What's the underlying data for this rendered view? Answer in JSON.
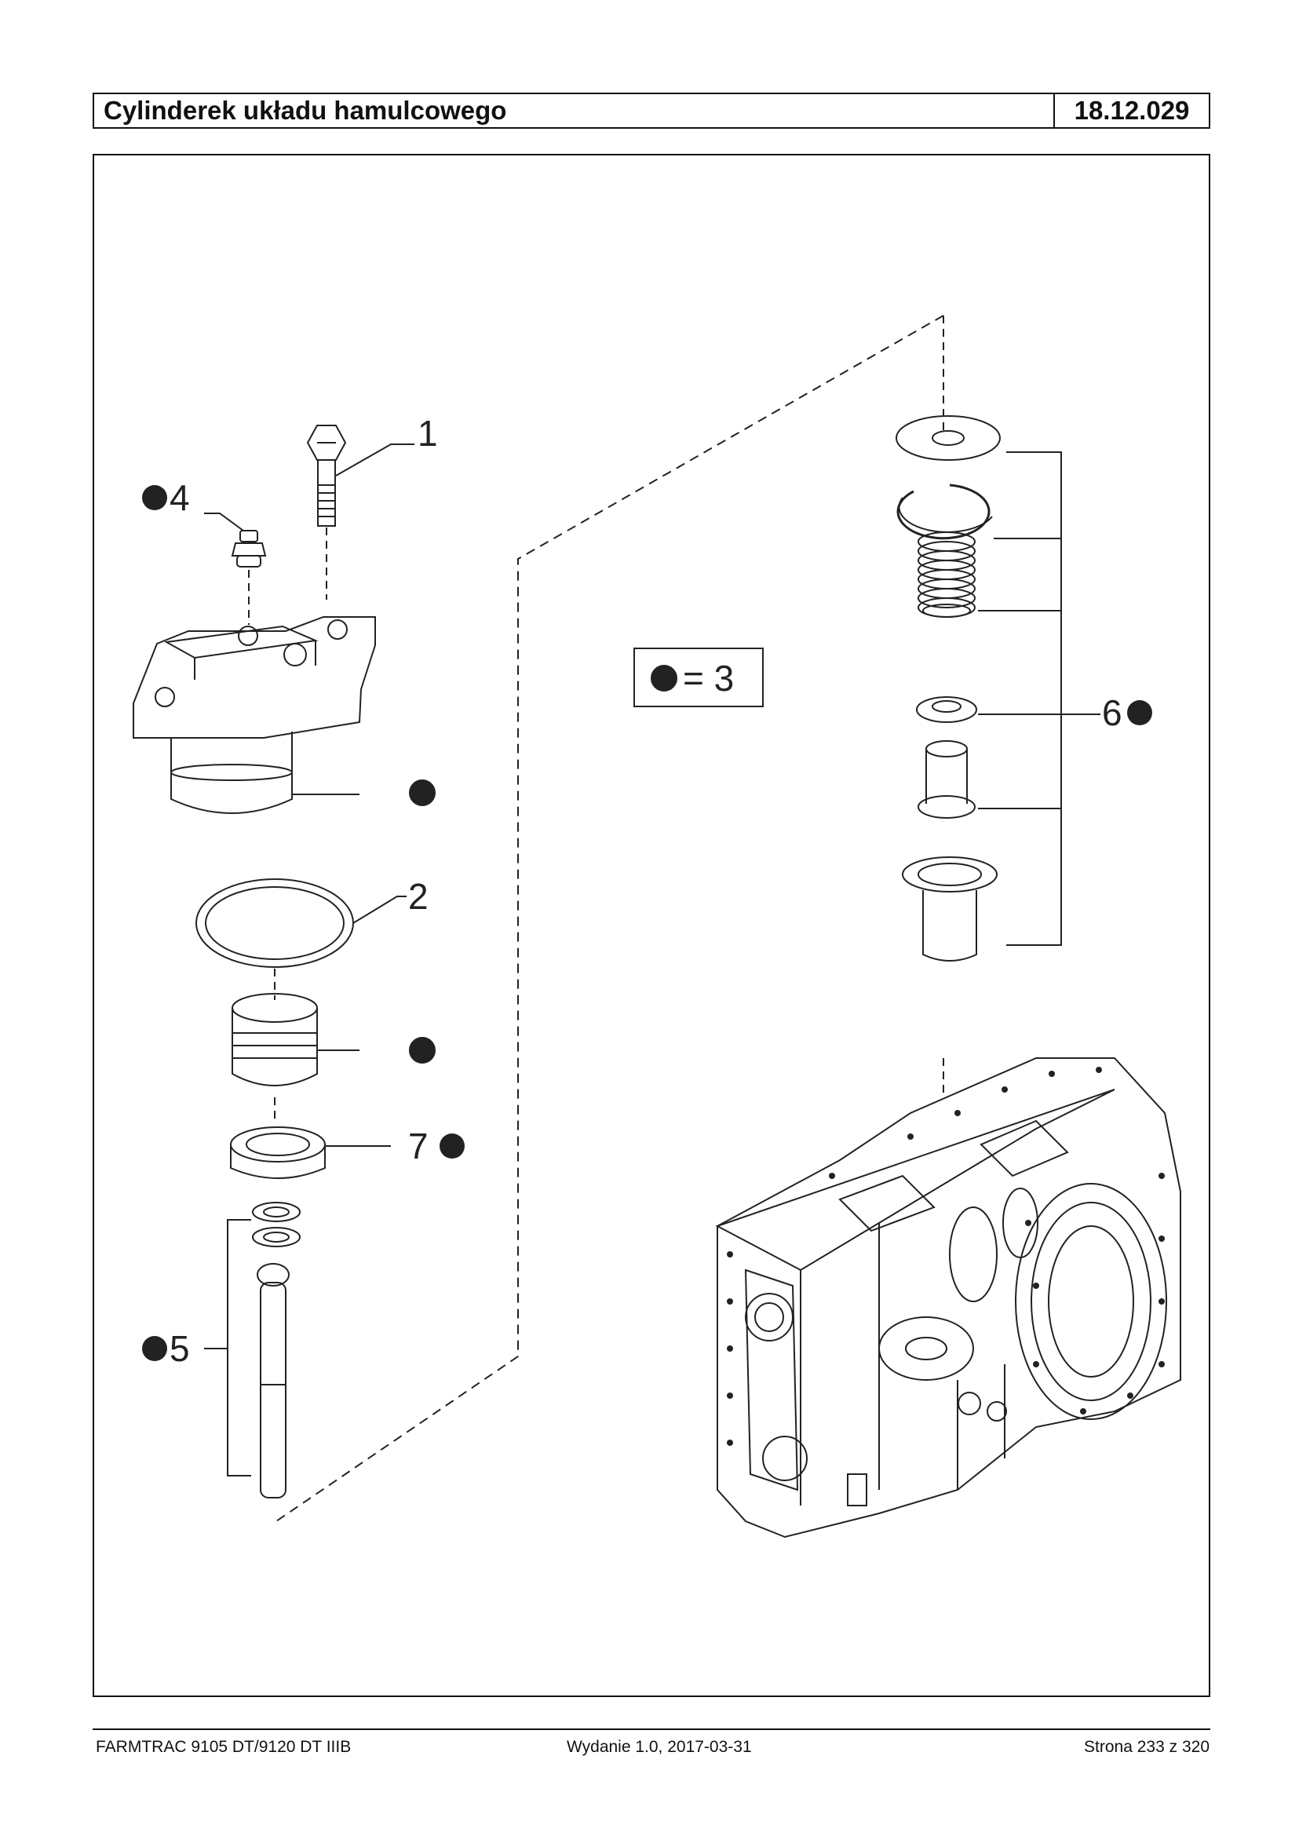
{
  "header": {
    "title": "Cylinderek układu hamulcowego",
    "code": "18.12.029"
  },
  "legend": {
    "text": "= 3"
  },
  "callouts": {
    "c1": "1",
    "c2": "2",
    "c4": "4",
    "c5": "5",
    "c6": "6",
    "c7": "7"
  },
  "footer": {
    "model": "FARMTRAC 9105 DT/9120 DT IIIB",
    "edition": "Wydanie 1.0,  2017-03-31",
    "page": "Strona 233 z 320"
  }
}
